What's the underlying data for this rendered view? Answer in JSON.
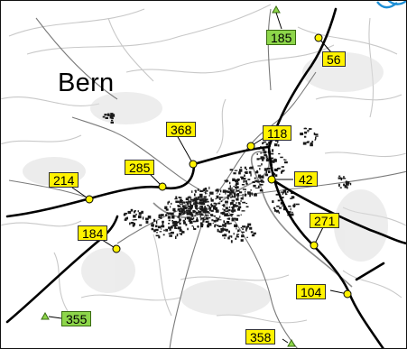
{
  "map": {
    "city_label": "Bern",
    "colors": {
      "yellow_label": "#fff200",
      "green_label": "#8dd64a",
      "road": "#000000",
      "urban": "#1a1a1a",
      "terrain": "#bdbdbd"
    },
    "stations": [
      {
        "id": "s185",
        "label": "185",
        "type": "green-triangle"
      },
      {
        "id": "s56",
        "label": "56",
        "type": "yellow-circle"
      },
      {
        "id": "s368",
        "label": "368",
        "type": "yellow-circle"
      },
      {
        "id": "s118",
        "label": "118",
        "type": "yellow-circle"
      },
      {
        "id": "s285",
        "label": "285",
        "type": "yellow-circle"
      },
      {
        "id": "s214",
        "label": "214",
        "type": "yellow-circle"
      },
      {
        "id": "s42",
        "label": "42",
        "type": "yellow-circle"
      },
      {
        "id": "s184",
        "label": "184",
        "type": "yellow-circle"
      },
      {
        "id": "s271",
        "label": "271",
        "type": "yellow-circle"
      },
      {
        "id": "s104",
        "label": "104",
        "type": "yellow-circle"
      },
      {
        "id": "s355",
        "label": "355",
        "type": "green-triangle"
      },
      {
        "id": "s358",
        "label": "358",
        "type": "green-triangle"
      }
    ]
  }
}
